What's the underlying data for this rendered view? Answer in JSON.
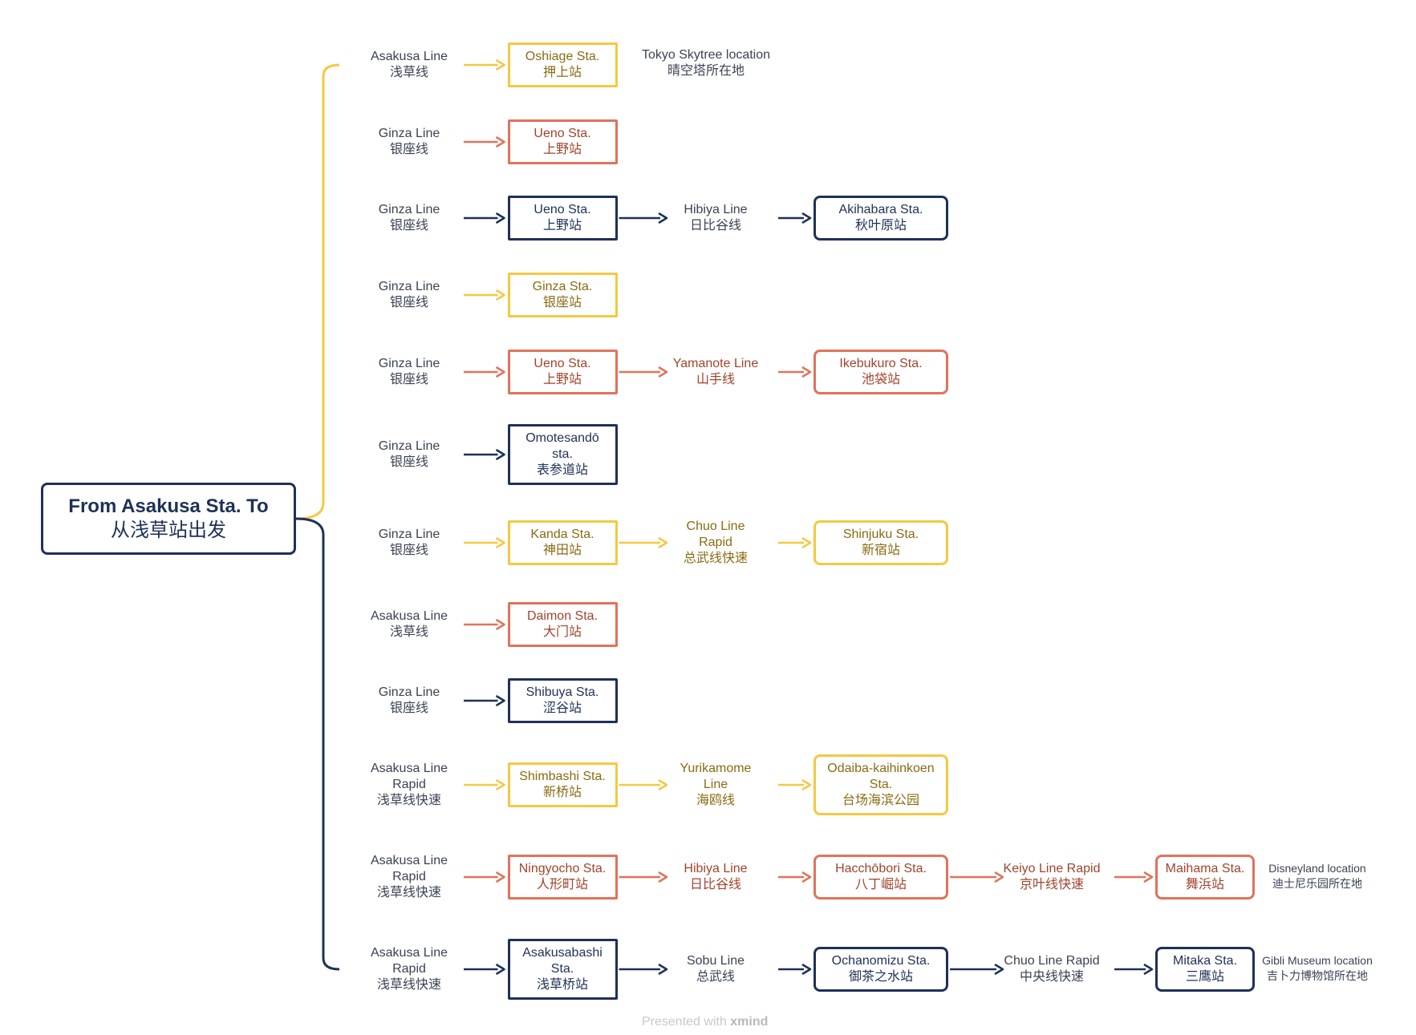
{
  "root": {
    "en": "From Asakusa Sta. To",
    "zh": "从浅草站出发"
  },
  "routes": [
    {
      "color": "yellow",
      "steps": [
        {
          "kind": "label",
          "lines": [
            "Asakusa Line",
            "浅草线"
          ]
        },
        {
          "kind": "box",
          "lines": [
            "Oshiage Sta.",
            "押上站"
          ]
        },
        {
          "kind": "note",
          "lines": [
            "Tokyo Skytree location",
            "晴空塔所在地"
          ]
        }
      ]
    },
    {
      "color": "red",
      "steps": [
        {
          "kind": "label",
          "lines": [
            "Ginza Line",
            "银座线"
          ]
        },
        {
          "kind": "box",
          "lines": [
            "Ueno Sta.",
            "上野站"
          ]
        }
      ]
    },
    {
      "color": "navy",
      "steps": [
        {
          "kind": "label",
          "lines": [
            "Ginza Line",
            "银座线"
          ]
        },
        {
          "kind": "box",
          "lines": [
            "Ueno Sta.",
            "上野站"
          ]
        },
        {
          "kind": "label",
          "lines": [
            "Hibiya Line",
            "日比谷线"
          ]
        },
        {
          "kind": "box",
          "lines": [
            "Akihabara Sta.",
            "秋叶原站"
          ]
        }
      ]
    },
    {
      "color": "yellow",
      "steps": [
        {
          "kind": "label",
          "lines": [
            "Ginza Line",
            "银座线"
          ]
        },
        {
          "kind": "box",
          "lines": [
            "Ginza Sta.",
            "银座站"
          ]
        }
      ]
    },
    {
      "color": "red",
      "steps": [
        {
          "kind": "label",
          "lines": [
            "Ginza Line",
            "银座线"
          ]
        },
        {
          "kind": "box",
          "lines": [
            "Ueno Sta.",
            "上野站"
          ]
        },
        {
          "kind": "label",
          "lines": [
            "Yamanote Line",
            "山手线"
          ]
        },
        {
          "kind": "box",
          "lines": [
            "Ikebukuro Sta.",
            "池袋站"
          ]
        }
      ]
    },
    {
      "color": "navy",
      "steps": [
        {
          "kind": "label",
          "lines": [
            "Ginza Line",
            "银座线"
          ]
        },
        {
          "kind": "box",
          "lines": [
            "Omotesandō",
            "sta.",
            "表参道站"
          ]
        }
      ]
    },
    {
      "color": "yellow",
      "steps": [
        {
          "kind": "label",
          "lines": [
            "Ginza Line",
            "银座线"
          ]
        },
        {
          "kind": "box",
          "lines": [
            "Kanda Sta.",
            "神田站"
          ]
        },
        {
          "kind": "label",
          "lines": [
            "Chuo Line",
            "Rapid",
            "总武线快速"
          ]
        },
        {
          "kind": "box",
          "lines": [
            "Shinjuku Sta.",
            "新宿站"
          ]
        }
      ]
    },
    {
      "color": "red",
      "steps": [
        {
          "kind": "label",
          "lines": [
            "Asakusa Line",
            "浅草线"
          ]
        },
        {
          "kind": "box",
          "lines": [
            "Daimon Sta.",
            "大门站"
          ]
        }
      ]
    },
    {
      "color": "navy",
      "steps": [
        {
          "kind": "label",
          "lines": [
            "Ginza Line",
            "银座线"
          ]
        },
        {
          "kind": "box",
          "lines": [
            "Shibuya Sta.",
            "涩谷站"
          ]
        }
      ]
    },
    {
      "color": "yellow",
      "steps": [
        {
          "kind": "label",
          "lines": [
            "Asakusa Line",
            "Rapid",
            "浅草线快速"
          ]
        },
        {
          "kind": "box",
          "lines": [
            "Shimbashi Sta.",
            "新桥站"
          ]
        },
        {
          "kind": "label",
          "lines": [
            "Yurikamome",
            "Line",
            "海鸥线"
          ]
        },
        {
          "kind": "box",
          "lines": [
            "Odaiba-kaihinkoen",
            "Sta.",
            "台场海滨公园"
          ]
        }
      ]
    },
    {
      "color": "red",
      "steps": [
        {
          "kind": "label",
          "lines": [
            "Asakusa Line",
            "Rapid",
            "浅草线快速"
          ]
        },
        {
          "kind": "box",
          "lines": [
            "Ningyocho Sta.",
            "人形町站"
          ]
        },
        {
          "kind": "label",
          "lines": [
            "Hibiya Line",
            "日比谷线"
          ]
        },
        {
          "kind": "box",
          "lines": [
            "Hacchōbori Sta.",
            "八丁崛站"
          ]
        },
        {
          "kind": "label",
          "lines": [
            "Keiyo Line Rapid",
            "京叶线快速"
          ]
        },
        {
          "kind": "box",
          "lines": [
            "Maihama Sta.",
            "舞浜站"
          ]
        },
        {
          "kind": "note",
          "lines": [
            "Disneyland location",
            "迪士尼乐园所在地"
          ]
        }
      ]
    },
    {
      "color": "navy",
      "steps": [
        {
          "kind": "label",
          "lines": [
            "Asakusa Line",
            "Rapid",
            "浅草线快速"
          ]
        },
        {
          "kind": "box",
          "lines": [
            "Asakusabashi",
            "Sta.",
            "浅草桥站"
          ]
        },
        {
          "kind": "label",
          "lines": [
            "Sobu Line",
            "总武线"
          ]
        },
        {
          "kind": "box",
          "lines": [
            "Ochanomizu Sta.",
            "御茶之水站"
          ]
        },
        {
          "kind": "label",
          "lines": [
            "Chuo Line Rapid",
            "中央线快速"
          ]
        },
        {
          "kind": "box",
          "lines": [
            "Mitaka Sta.",
            "三鹰站"
          ]
        },
        {
          "kind": "note",
          "lines": [
            "Gibli Museum location",
            "吉卜力博物馆所在地"
          ]
        }
      ]
    }
  ],
  "colors": {
    "yellow": "#f5c842",
    "red": "#e0735a",
    "navy": "#1e3157"
  },
  "footer": {
    "prefix": "Presented with ",
    "brand": "xmind"
  }
}
